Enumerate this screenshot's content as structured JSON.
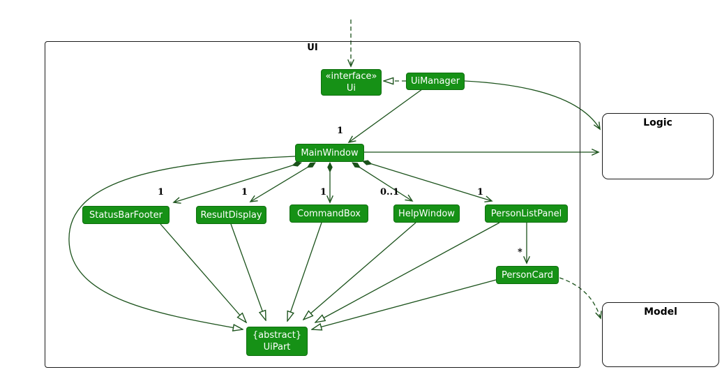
{
  "frame": {
    "label": "UI"
  },
  "external": {
    "logic": {
      "label": "Logic"
    },
    "model": {
      "label": "Model"
    }
  },
  "classes": {
    "ui": {
      "stereotype": "«interface»",
      "name": "Ui"
    },
    "uiManager": {
      "name": "UiManager"
    },
    "mainWindow": {
      "name": "MainWindow"
    },
    "statusBarFooter": {
      "name": "StatusBarFooter"
    },
    "resultDisplay": {
      "name": "ResultDisplay"
    },
    "commandBox": {
      "name": "CommandBox"
    },
    "helpWindow": {
      "name": "HelpWindow"
    },
    "personListPanel": {
      "name": "PersonListPanel"
    },
    "personCard": {
      "name": "PersonCard"
    },
    "uiPart": {
      "stereotype": "{abstract}",
      "name": "UiPart"
    }
  },
  "multiplicities": {
    "mainWindow": "1",
    "statusBarFooter": "1",
    "resultDisplay": "1",
    "commandBox": "1",
    "helpWindow": "0..1",
    "personListPanel": "1",
    "personCard": "*"
  },
  "colors": {
    "class_fill": "#169116",
    "class_border": "#0e6e0e",
    "class_text": "#ffffff",
    "edge": "#1b521b",
    "frame_border": "#1a1a1a",
    "label_text": "#000000"
  }
}
